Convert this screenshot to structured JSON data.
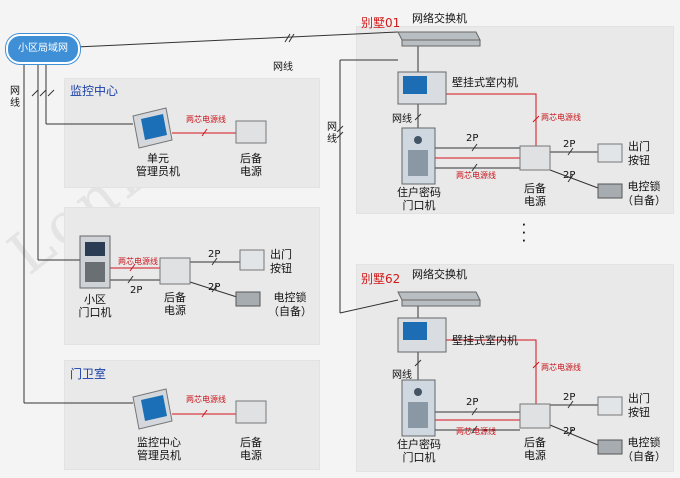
{
  "network": {
    "lan": "小区局域网",
    "cable": "网线"
  },
  "zones": {
    "monitor": "监控中心",
    "guard": "门卫室"
  },
  "devices": {
    "unit_admin": "单元\n管理员机",
    "backup_power": "后备\n电源",
    "community_door": "小区\n门口机",
    "exit_button": "出门\n按钮",
    "lock": "电控锁\n（自备）",
    "monitor_admin": "监控中心\n管理员机",
    "switch": "网络交换机",
    "indoor": "壁挂式室内机",
    "resident_door": "住户密码\n门口机"
  },
  "wires": {
    "two_wire_power": "两芯电源线",
    "two_p": "2P",
    "ellipsis": "·\n·\n·"
  },
  "villas": {
    "v1": "别墅01",
    "v2": "别墅62"
  },
  "watermark": "LonBon",
  "colors": {
    "accent_blue": "#1a40a8",
    "villa_red": "#d21919",
    "power_line": "#d2141c",
    "cloud": "#3f8fd6"
  }
}
